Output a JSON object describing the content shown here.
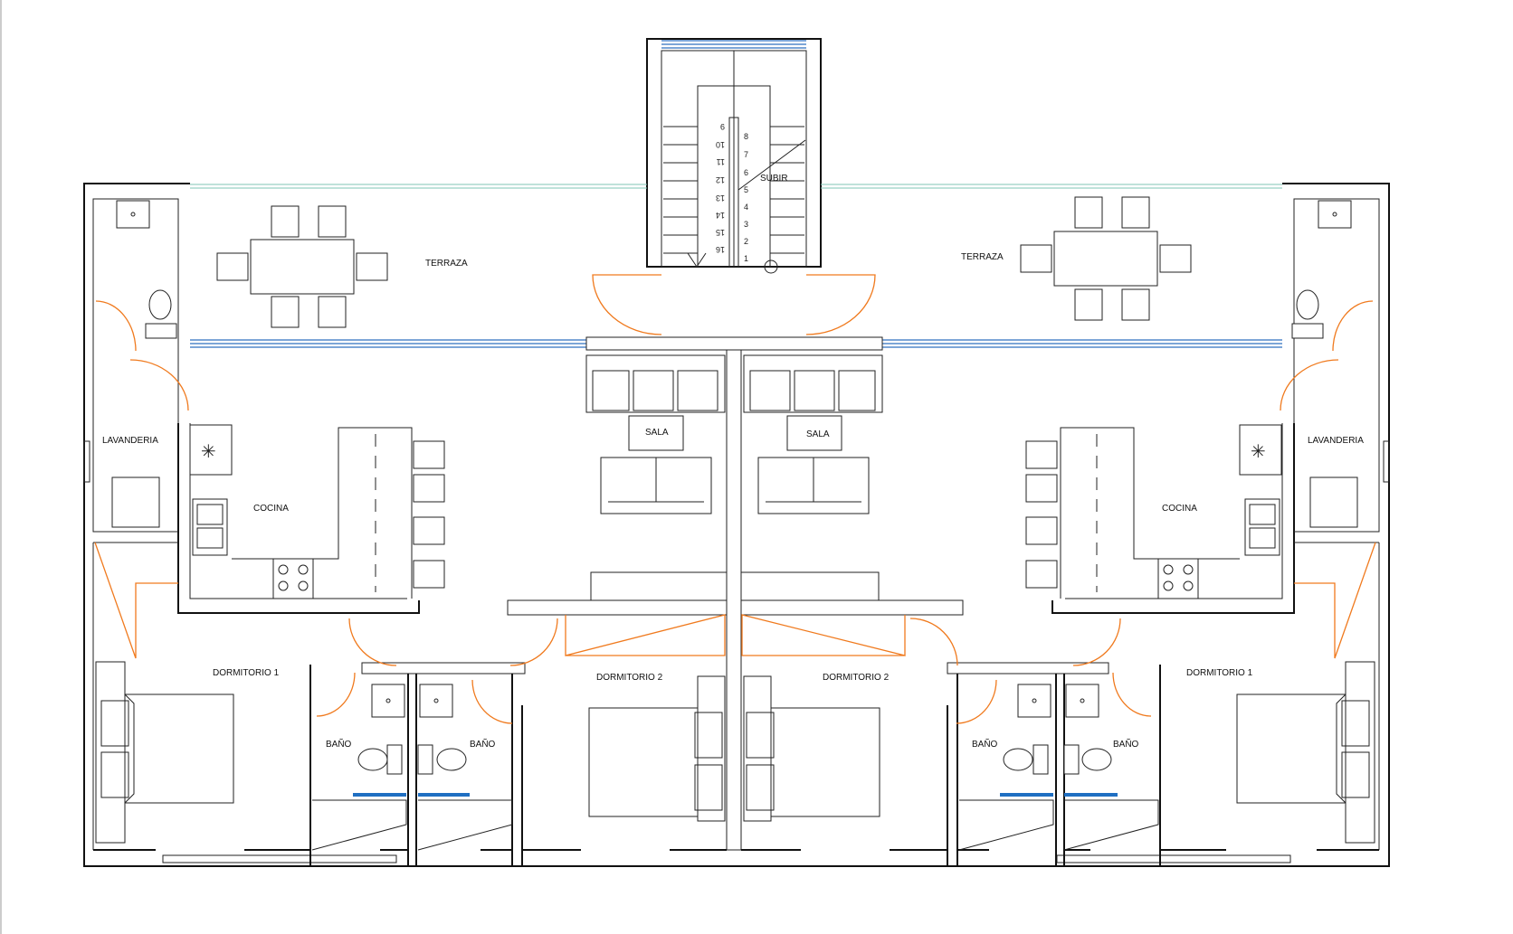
{
  "plan": {
    "terrace_labels": [
      "TERRAZA",
      "TERRAZA"
    ],
    "stair_label": "SUBIR",
    "stair_numbers_up": [
      "1",
      "2",
      "3",
      "4",
      "5",
      "6",
      "7",
      "8"
    ],
    "stair_numbers_down": [
      "16",
      "15",
      "14",
      "13",
      "12",
      "11",
      "10",
      "9"
    ],
    "left_unit": {
      "laundry": "LAVANDERIA",
      "kitchen": "COCINA",
      "living": "SALA",
      "bedroom_1": "DORMITORIO 1",
      "bedroom_2": "DORMITORIO 2",
      "bath_1": "BAÑO",
      "bath_2": "BAÑO"
    },
    "right_unit": {
      "laundry": "LAVANDERIA",
      "kitchen": "COCINA",
      "living": "SALA",
      "bedroom_1": "DORMITORIO 1",
      "bedroom_2": "DORMITORIO 2",
      "bath_1": "BAÑO",
      "bath_2": "BAÑO"
    },
    "colors": {
      "walls": "#111111",
      "doors": "#f07a1e",
      "glazing": "#2f6fbf",
      "railing": "#7fc6b5",
      "shower_screen": "#1f6fc2"
    }
  }
}
